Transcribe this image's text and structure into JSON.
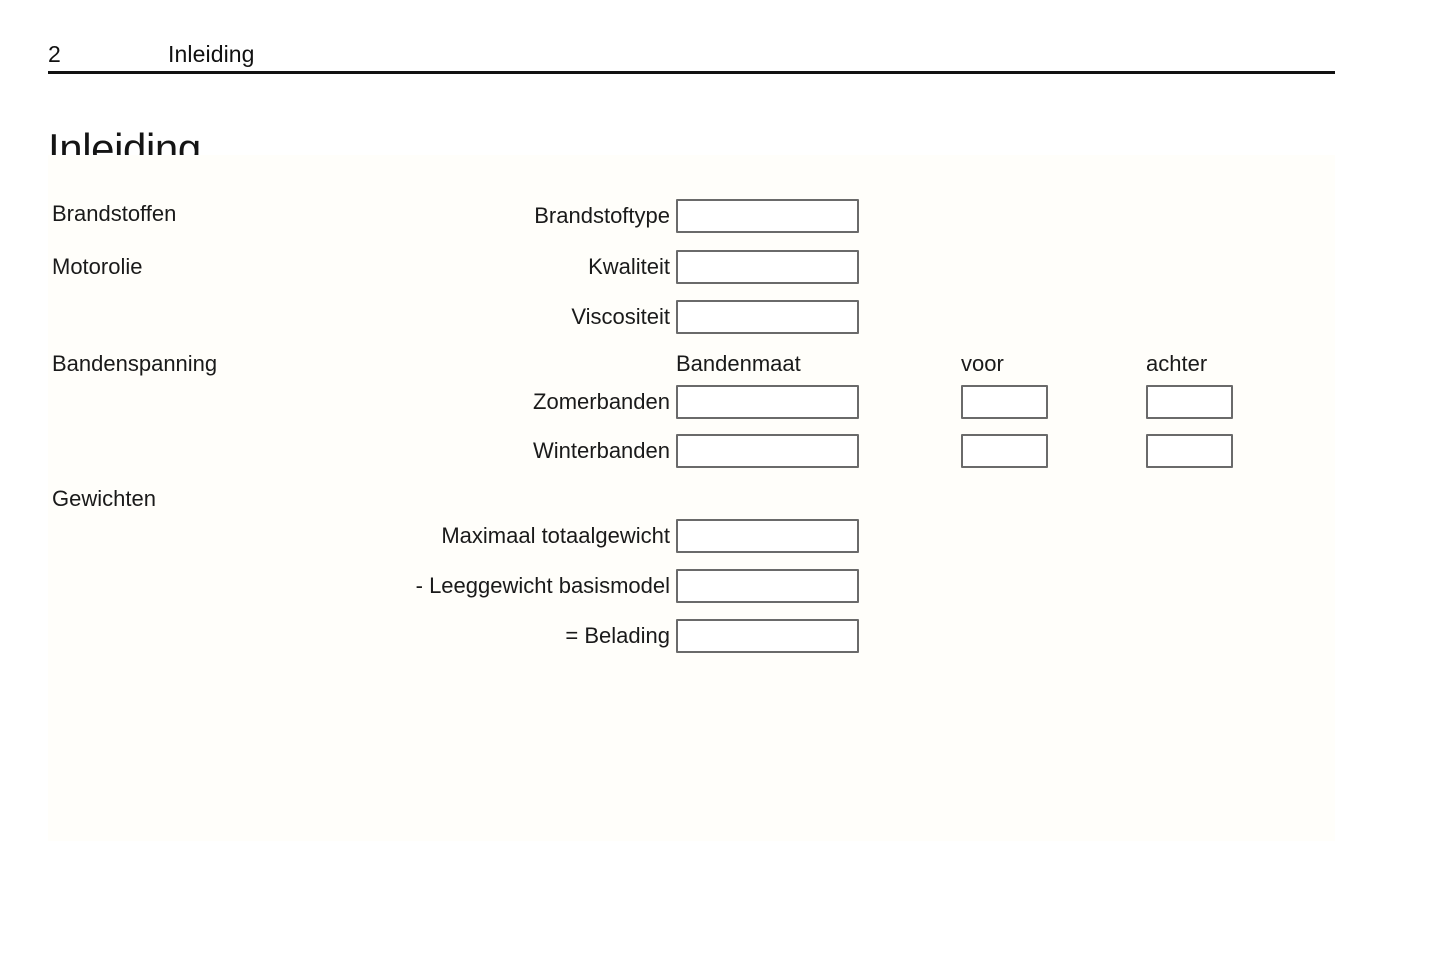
{
  "header": {
    "page_number": "2",
    "running_title": "Inleiding"
  },
  "chapter": {
    "title": "Inleiding"
  },
  "colors": {
    "text": "#1a1a1a",
    "rule": "#111111",
    "box_border": "#6a6a6a",
    "panel_background": "#fffefa",
    "page_background": "#ffffff"
  },
  "form": {
    "sections": [
      {
        "name": "fuels",
        "label": "Brandstoffen"
      },
      {
        "name": "engine-oil",
        "label": "Motorolie"
      },
      {
        "name": "tyre-pressure",
        "label": "Bandenspanning"
      },
      {
        "name": "weights",
        "label": "Gewichten"
      }
    ],
    "column_headers": [
      {
        "name": "tyre-size",
        "label": "Bandenmaat"
      },
      {
        "name": "front",
        "label": "voor"
      },
      {
        "name": "rear",
        "label": "achter"
      }
    ],
    "fields": [
      {
        "name": "fuel-type",
        "label": "Brandstoftype",
        "value": "",
        "placeholder": ""
      },
      {
        "name": "oil-quality",
        "label": "Kwaliteit",
        "value": "",
        "placeholder": ""
      },
      {
        "name": "oil-viscosity",
        "label": "Viscositeit",
        "value": "",
        "placeholder": ""
      },
      {
        "name": "summer-tyres",
        "label": "Zomerbanden",
        "value": "",
        "placeholder": ""
      },
      {
        "name": "winter-tyres",
        "label": "Winterbanden",
        "value": "",
        "placeholder": ""
      },
      {
        "name": "max-total-weight",
        "label": "Maximaal totaalgewicht",
        "value": "",
        "placeholder": ""
      },
      {
        "name": "kerb-weight",
        "label": "- Leeggewicht basismodel",
        "value": "",
        "placeholder": ""
      },
      {
        "name": "payload",
        "label": "= Belading",
        "value": "",
        "placeholder": ""
      }
    ],
    "tyre_cells": [
      {
        "name": "summer-front",
        "value": "",
        "placeholder": ""
      },
      {
        "name": "summer-rear",
        "value": "",
        "placeholder": ""
      },
      {
        "name": "winter-front",
        "value": "",
        "placeholder": ""
      },
      {
        "name": "winter-rear",
        "value": "",
        "placeholder": ""
      }
    ]
  }
}
